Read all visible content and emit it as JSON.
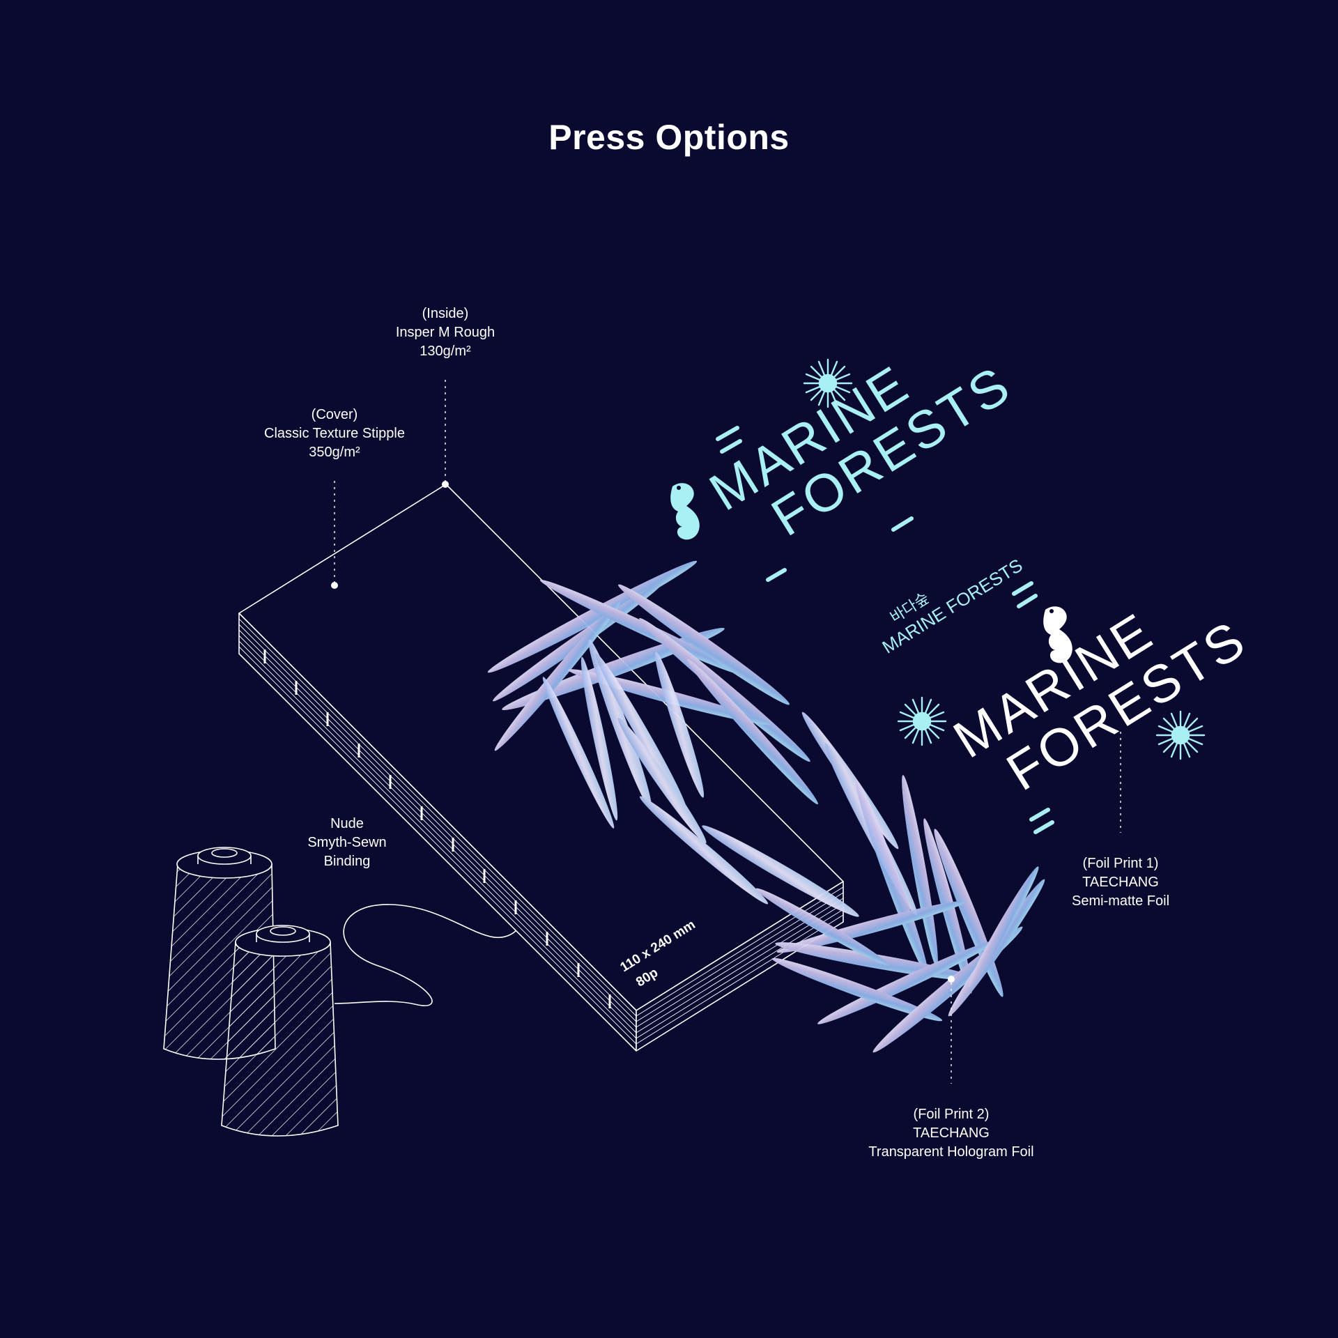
{
  "title": "Press Options",
  "labels": {
    "inside": {
      "line1": "(Inside)",
      "line2": "Insper M Rough",
      "line3": "130g/m²"
    },
    "cover": {
      "line1": "(Cover)",
      "line2": "Classic Texture Stipple",
      "line3": "350g/m²"
    },
    "binding": {
      "line1": "Nude",
      "line2": "Smyth-Sewn",
      "line3": "Binding"
    },
    "foil1": {
      "line1": "(Foil Print 1)",
      "line2": "TAECHANG",
      "line3": "Semi-matte Foil"
    },
    "foil2": {
      "line1": "(Foil Print 2)",
      "line2": "TAECHANG",
      "line3": "Transparent Hologram Foil"
    }
  },
  "book": {
    "size": "110 x 240 mm",
    "pages": "80p"
  },
  "cover_art": {
    "top_line1": "MARINE",
    "top_line2": "FORESTS",
    "korean": "바다숲",
    "small_title": "MARINE FORESTS",
    "bottom_line1": "MARINE",
    "bottom_line2": "FORESTS"
  },
  "icons": [
    "seahorse-icon",
    "sea-urchin-icon",
    "fish-icon",
    "thread-spool-icon",
    "hologram-kelp-icon"
  ],
  "colors": {
    "background": "#0a0a30",
    "line": "#ffffff",
    "foil_cyan": "#a8f0f4",
    "hologram_blue": "#8fb4ec",
    "hologram_lilac": "#c6bde8"
  }
}
